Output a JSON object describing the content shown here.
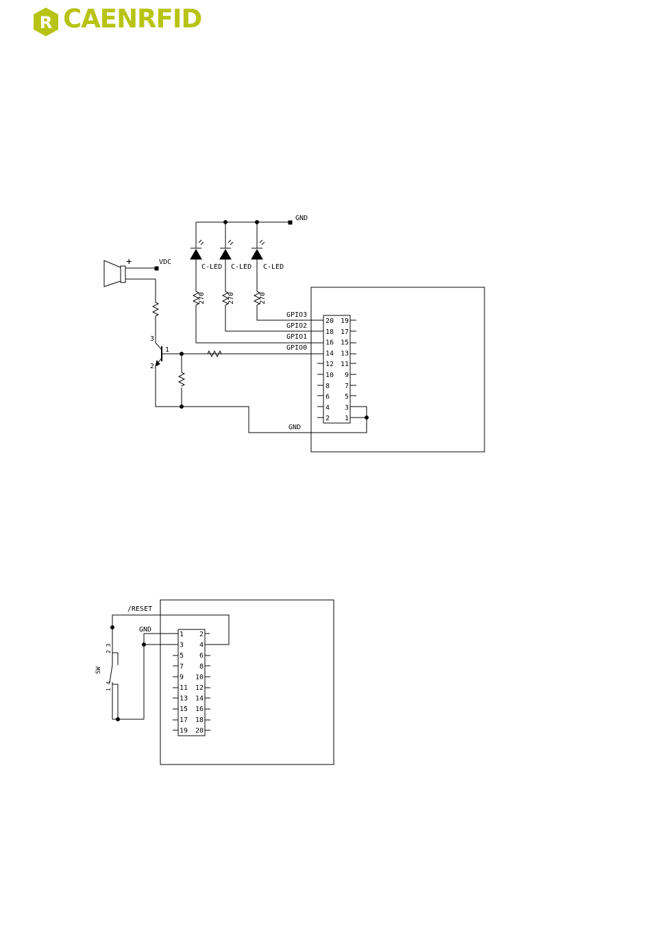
{
  "logo": {
    "text": "CAENRFID",
    "hex_letter": "R",
    "color": "#b8c414"
  },
  "diagram1": {
    "gnd_top_label": "GND",
    "vdc_label": "VDC",
    "plus_label": "+",
    "led_label": "C-LED",
    "resistor_value": "270",
    "transistor_pins": [
      "3",
      "1",
      "2"
    ],
    "gpio_labels": [
      "GPIO3",
      "GPIO2",
      "GPIO1",
      "GPIO0"
    ],
    "gnd_bottom_label": "GND",
    "connector_left": [
      "20",
      "18",
      "16",
      "14",
      "12",
      "10",
      "8",
      "6",
      "4",
      "2"
    ],
    "connector_right": [
      "19",
      "17",
      "15",
      "13",
      "11",
      "9",
      "7",
      "5",
      "3",
      "1"
    ]
  },
  "diagram2": {
    "reset_label": "/RESET",
    "gnd_label": "GND",
    "switch_label": "SW",
    "switch_pins_top": "2 3",
    "switch_pins_bottom": "1 4",
    "connector_left": [
      "1",
      "3",
      "5",
      "7",
      "9",
      "11",
      "13",
      "15",
      "17",
      "19"
    ],
    "connector_right": [
      "2",
      "4",
      "6",
      "8",
      "10",
      "12",
      "14",
      "16",
      "18",
      "20"
    ]
  }
}
